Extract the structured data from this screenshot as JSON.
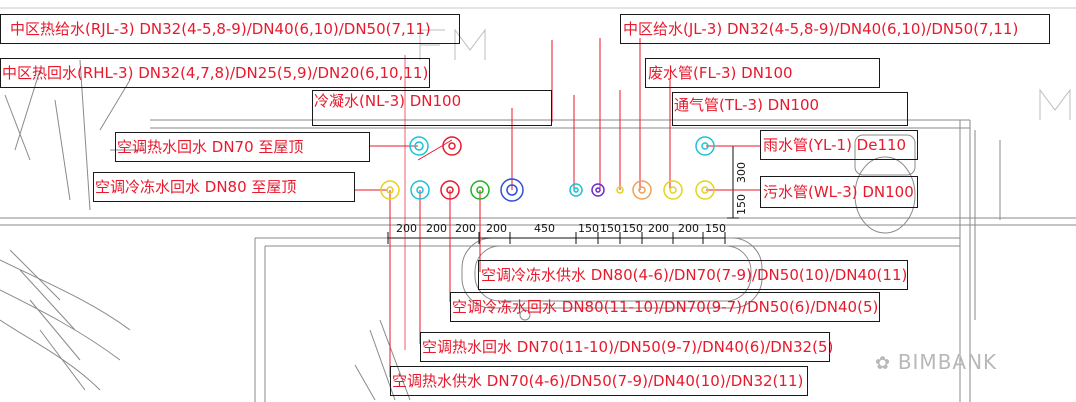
{
  "labels": {
    "rjl3": "中区热给水(RJL-3) DN32(4-5,8-9)/DN40(6,10)/DN50(7,11)",
    "jl3": "中区给水(JL-3) DN32(4-5,8-9)/DN40(6,10)/DN50(7,11)",
    "rhl3": "中区热回水(RHL-3) DN32(4,7,8)/DN25(5,9)/DN20(6,10,11)",
    "fl3": "废水管(FL-3) DN100",
    "nl3": "冷凝水(NL-3) DN100",
    "tl3": "通气管(TL-3) DN100",
    "hot_return_roof": "空调热水回水 DN70 至屋顶",
    "chilled_return_roof": "空调冷冻水回水 DN80 至屋顶",
    "yl1": "雨水管(YL-1) De110",
    "wl3": "污水管(WL-3) DN100",
    "chilled_supply": "空调冷冻水供水 DN80(4-6)/DN70(7-9)/DN50(10)/DN40(11)",
    "chilled_return": "空调冷冻水回水 DN80(11-10)/DN70(9-7)/DN50(6)/DN40(5)",
    "hot_return": "空调热水回水 DN70(11-10)/DN50(9-7)/DN40(6)/DN32(5)",
    "hot_supply": "空调热水供水 DN70(4-6)/DN50(7-9)/DN40(10)/DN32(11)"
  },
  "dimensions": {
    "horizontal": [
      "200",
      "200",
      "200",
      "200",
      "450",
      "150",
      "150",
      "150",
      "200",
      "200",
      "150"
    ],
    "vertical": [
      "300",
      "150"
    ]
  },
  "watermark": "BIMBANK",
  "colors": {
    "label_text": "#e8192c",
    "leader_line": "#e8192c",
    "box_border": "#1a1a1a",
    "pipe_cyan": "#19c3d6",
    "pipe_red": "#e8192c",
    "pipe_yellow": "#e5d21a",
    "pipe_green": "#1fb31f",
    "pipe_blue": "#2a4fd8",
    "pipe_purple": "#6a2fc9",
    "pipe_orange": "#f0a050",
    "background_lines": "#8a8a8a"
  },
  "pipes": [
    {
      "id": "hot-return-top",
      "color": "cyan"
    },
    {
      "id": "chilled-return-top",
      "color": "red"
    },
    {
      "id": "rain-top",
      "color": "cyan"
    },
    {
      "id": "hot-supply",
      "color": "yellow"
    },
    {
      "id": "hot-return",
      "color": "cyan"
    },
    {
      "id": "chilled-supply",
      "color": "red"
    },
    {
      "id": "chilled-return",
      "color": "green"
    },
    {
      "id": "condensate",
      "color": "blue"
    },
    {
      "id": "hot-water-supply",
      "color": "cyan"
    },
    {
      "id": "hot-water-return",
      "color": "purple"
    },
    {
      "id": "vent-small",
      "color": "yellow"
    },
    {
      "id": "waste",
      "color": "orange"
    },
    {
      "id": "vent",
      "color": "yellow"
    },
    {
      "id": "sewage",
      "color": "yellow"
    }
  ]
}
